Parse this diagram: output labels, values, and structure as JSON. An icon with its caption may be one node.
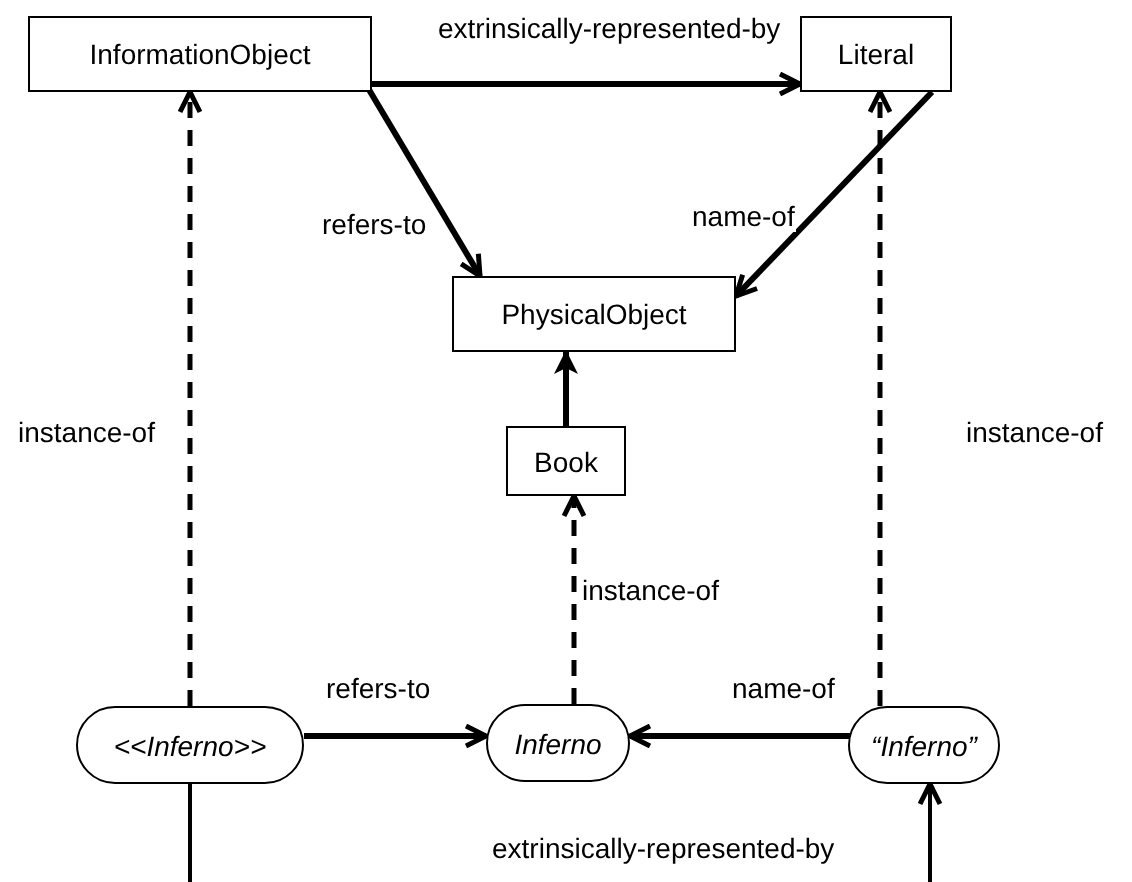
{
  "diagram": {
    "nodes": [
      {
        "text": [
          "InformationObject"
        ]
      },
      {
        "text": [
          "Literal"
        ]
      },
      {
        "text": [
          "PhysicalObject"
        ]
      },
      {
        "text": [
          "Book"
        ]
      },
      {
        "text": [
          "<<Inferno>>"
        ]
      },
      {
        "text": [
          "Inferno"
        ]
      },
      {
        "text": [
          "“Inferno”"
        ]
      }
    ],
    "edges": [
      {
        "from": 0,
        "to": 1,
        "arrow": "to",
        "label": "extrinsically-represented-by"
      },
      {
        "from": 0,
        "to": 2,
        "arrow": "to",
        "label": "refers-to"
      },
      {
        "from": 1,
        "to": 2,
        "arrow": "to",
        "label": "name-of"
      },
      {
        "from": 3,
        "to": 2,
        "arrow": "to"
      },
      {
        "from": 4,
        "to": 0,
        "arrow": "to",
        "label": "instance-of",
        "style": "dashed"
      },
      {
        "from": 5,
        "to": 3,
        "arrow": "to",
        "label": "instance-of",
        "style": "dashed"
      },
      {
        "from": 6,
        "to": 1,
        "arrow": "to",
        "label": "instance-of",
        "style": "dashed"
      },
      {
        "from": 4,
        "to": 5,
        "arrow": "to",
        "label": "refers-to"
      },
      {
        "from": 6,
        "to": 5,
        "arrow": "to",
        "label": "name-of"
      },
      {
        "from": 4,
        "to": 6,
        "arrow": "to",
        "label": "extrinsically-represented-by"
      }
    ]
  }
}
